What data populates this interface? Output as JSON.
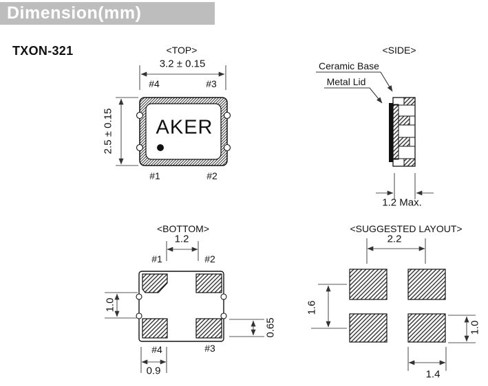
{
  "header": {
    "title": "Dimension(mm)",
    "bg_color": "#bdbdbd",
    "text_color": "#ffffff"
  },
  "model": "TXON-321",
  "colors": {
    "outline": "#111111",
    "dimension_line": "#555555",
    "hatch": "#333333"
  },
  "views": {
    "top": {
      "title": "<TOP>",
      "width_dim": "3.2 ± 0.15",
      "height_dim": "2.5 ± 0.15",
      "brand": "AKER",
      "pins_top": [
        "#4",
        "#3"
      ],
      "pins_bottom": [
        "#1",
        "#2"
      ]
    },
    "side": {
      "title": "<SIDE>",
      "ceramic_label": "Ceramic Base",
      "lid_label": "Metal Lid",
      "thickness_dim": "1.2 Max."
    },
    "bottom": {
      "title": "<BOTTOM>",
      "dim_pad_pitch": "1.2",
      "dim_pad_gap": "1.0",
      "dim_pad_height": "0.65",
      "dim_pad_width": "0.9",
      "pins_top": [
        "#1",
        "#2"
      ],
      "pins_bottom": [
        "#4",
        "#3"
      ]
    },
    "layout": {
      "title": "<SUGGESTED LAYOUT>",
      "dim_pitch_x": "2.2",
      "dim_pitch_y": "1.6",
      "dim_pad_height": "1.0",
      "dim_pad_width": "1.4"
    }
  }
}
